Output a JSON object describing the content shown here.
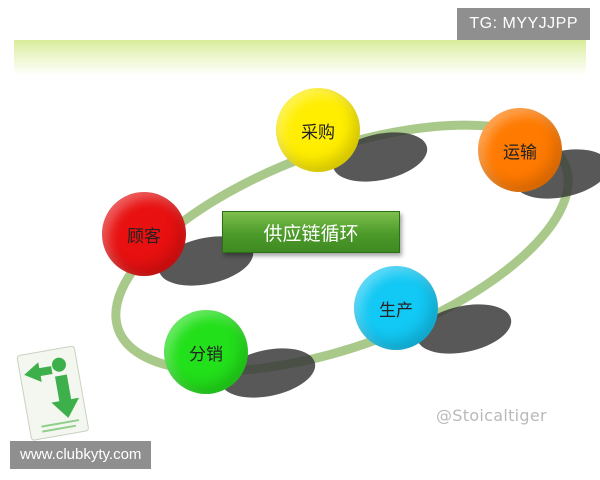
{
  "header": {
    "channel_badge": "TG: MYYJJPP"
  },
  "diagram": {
    "center_label": "供应链循环",
    "nodes": [
      {
        "id": "procurement",
        "label": "采购",
        "color": "#ffee00"
      },
      {
        "id": "transport",
        "label": "运输",
        "color": "#ff7a00"
      },
      {
        "id": "customer",
        "label": "顾客",
        "color": "#e81010"
      },
      {
        "id": "production",
        "label": "生产",
        "color": "#12c8f4"
      },
      {
        "id": "distribution",
        "label": "分销",
        "color": "#22e01a"
      }
    ],
    "loop_color": "#a9c98a"
  },
  "footer": {
    "site_badge": "www.clubkyty.com",
    "watermark": "@Stoicaltiger"
  }
}
